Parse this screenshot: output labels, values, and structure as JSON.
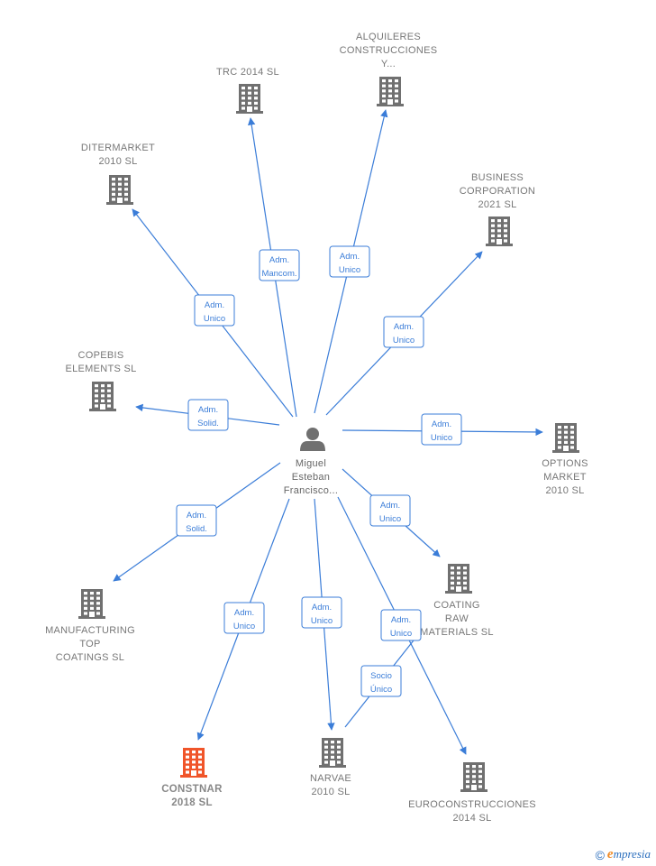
{
  "colors": {
    "edge": "#3b7dd8",
    "building": "#707070",
    "building_highlight": "#f0552a",
    "person": "#707070"
  },
  "center": {
    "icon": "person-icon",
    "label_lines": [
      "Miguel",
      "Esteban",
      "Francisco..."
    ]
  },
  "companies": [
    {
      "id": "trc",
      "label_lines": [
        "TRC 2014 SL"
      ],
      "icon": "building-icon",
      "highlight": false
    },
    {
      "id": "alquileres",
      "label_lines": [
        "ALQUILERES",
        "CONSTRUCCIONES",
        "Y..."
      ],
      "icon": "building-icon",
      "highlight": false
    },
    {
      "id": "ditermarket",
      "label_lines": [
        "DITERMARKET",
        "2010  SL"
      ],
      "icon": "building-icon",
      "highlight": false
    },
    {
      "id": "business",
      "label_lines": [
        "BUSINESS",
        "CORPORATION",
        "2021  SL"
      ],
      "icon": "building-icon",
      "highlight": false
    },
    {
      "id": "copebis",
      "label_lines": [
        "COPEBIS",
        "ELEMENTS SL"
      ],
      "icon": "building-icon",
      "highlight": false
    },
    {
      "id": "options",
      "label_lines": [
        "OPTIONS",
        "MARKET",
        "2010  SL"
      ],
      "icon": "building-icon",
      "highlight": false
    },
    {
      "id": "coating",
      "label_lines": [
        "COATING",
        "RAW",
        "MATERIALS  SL"
      ],
      "icon": "building-icon",
      "highlight": false
    },
    {
      "id": "manufacturing",
      "label_lines": [
        "MANUFACTURING",
        "TOP",
        "COATINGS  SL"
      ],
      "icon": "building-icon",
      "highlight": false
    },
    {
      "id": "constnar",
      "label_lines": [
        "CONSTNAR",
        "2018  SL"
      ],
      "icon": "building-icon",
      "highlight": true
    },
    {
      "id": "narvae",
      "label_lines": [
        "NARVAE",
        "2010 SL"
      ],
      "icon": "building-icon",
      "highlight": false
    },
    {
      "id": "euro",
      "label_lines": [
        "EUROCONSTRUCCIONES",
        "2014 SL"
      ],
      "icon": "building-icon",
      "highlight": false
    }
  ],
  "edges": [
    {
      "from": "center",
      "to": "trc",
      "label_lines": [
        "Adm.",
        "Mancom."
      ]
    },
    {
      "from": "center",
      "to": "alquileres",
      "label_lines": [
        "Adm.",
        "Unico"
      ]
    },
    {
      "from": "center",
      "to": "ditermarket",
      "label_lines": [
        "Adm.",
        "Unico"
      ]
    },
    {
      "from": "center",
      "to": "business",
      "label_lines": [
        "Adm.",
        "Unico"
      ]
    },
    {
      "from": "center",
      "to": "copebis",
      "label_lines": [
        "Adm.",
        "Solid."
      ]
    },
    {
      "from": "center",
      "to": "options",
      "label_lines": [
        "Adm.",
        "Unico"
      ]
    },
    {
      "from": "center",
      "to": "coating",
      "label_lines": [
        "Adm.",
        "Unico"
      ]
    },
    {
      "from": "center",
      "to": "manufacturing",
      "label_lines": [
        "Adm.",
        "Solid."
      ]
    },
    {
      "from": "center",
      "to": "constnar",
      "label_lines": [
        "Adm.",
        "Unico"
      ]
    },
    {
      "from": "center",
      "to": "narvae",
      "label_lines": [
        "Adm.",
        "Unico"
      ]
    },
    {
      "from": "center",
      "to": "euro",
      "label_lines": [
        "Adm.",
        "Unico"
      ]
    },
    {
      "from": "narvae",
      "to": "euro",
      "label_lines": [
        "Socio",
        "Único"
      ]
    }
  ],
  "footer": {
    "copyright_symbol": "©",
    "brand_initial": "e",
    "brand_rest": "mpresia"
  }
}
